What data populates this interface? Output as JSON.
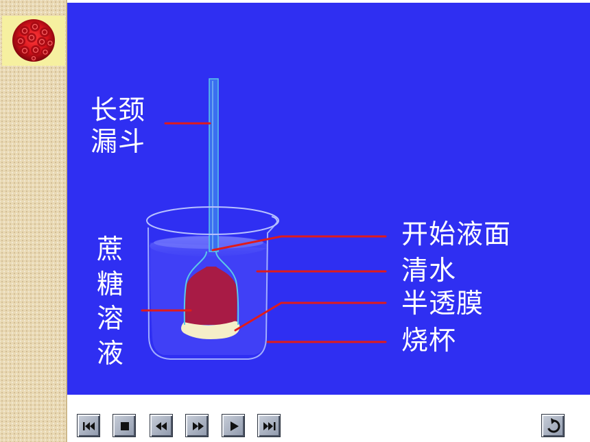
{
  "labels": {
    "funnel": "长颈漏斗",
    "sucrose": "蔗糖溶液",
    "initial_level": "开始液面",
    "water": "清水",
    "membrane": "半透膜",
    "beaker": "烧杯"
  },
  "navigation": {
    "buttons": [
      "first-slide",
      "stop",
      "rewind",
      "fast-forward",
      "play",
      "last-slide",
      "return"
    ]
  },
  "icons": {
    "logo": "rose-bouquet",
    "first": "skip-to-start-icon",
    "stop": "stop-icon",
    "rewind": "rewind-icon",
    "forward": "fast-forward-icon",
    "play": "play-icon",
    "last": "skip-to-end-icon",
    "return": "return-icon"
  },
  "colors": {
    "slide_background": "#2f2ff2",
    "pointer_line": "#e01b1b",
    "sucrose_solution": "#a81b45",
    "membrane": "#f5eec8",
    "funnel_tube": "#5cc8e8",
    "text": "#ffffff",
    "sidebar": "#e9d9b4"
  }
}
